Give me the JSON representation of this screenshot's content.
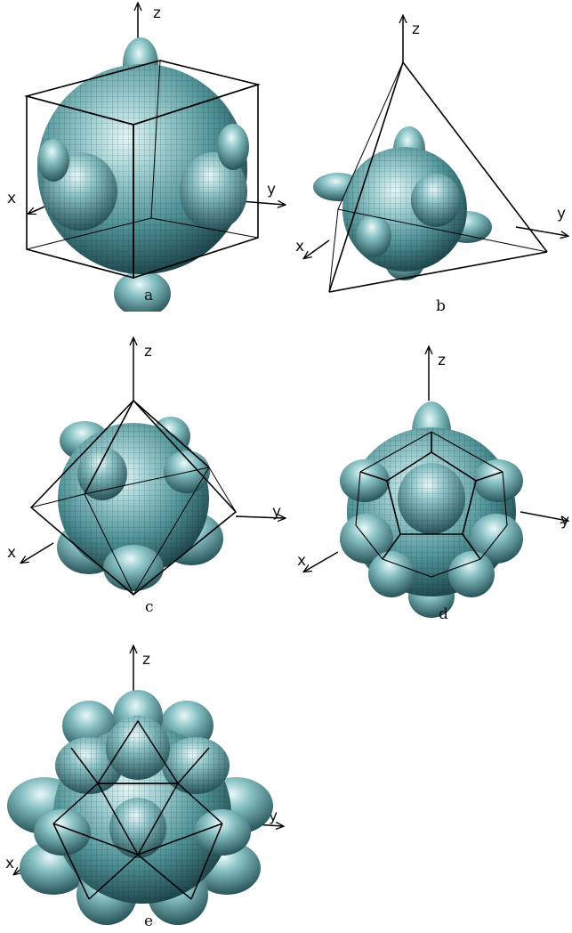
{
  "axes": {
    "z": "z",
    "x": "x",
    "y": "y"
  },
  "colors": {
    "surface_light": "#e6f6f6",
    "surface_mid": "#5aa6aa",
    "surface_dark": "#163b40",
    "wire": "#000000"
  },
  "panels": [
    {
      "id": "a",
      "label": "a",
      "polyhedron": "cube"
    },
    {
      "id": "b",
      "label": "b",
      "polyhedron": "tetrahedron"
    },
    {
      "id": "c",
      "label": "c",
      "polyhedron": "octahedron"
    },
    {
      "id": "d",
      "label": "d",
      "polyhedron": "dodecahedron"
    },
    {
      "id": "e",
      "label": "e",
      "polyhedron": "icosahedron"
    }
  ]
}
